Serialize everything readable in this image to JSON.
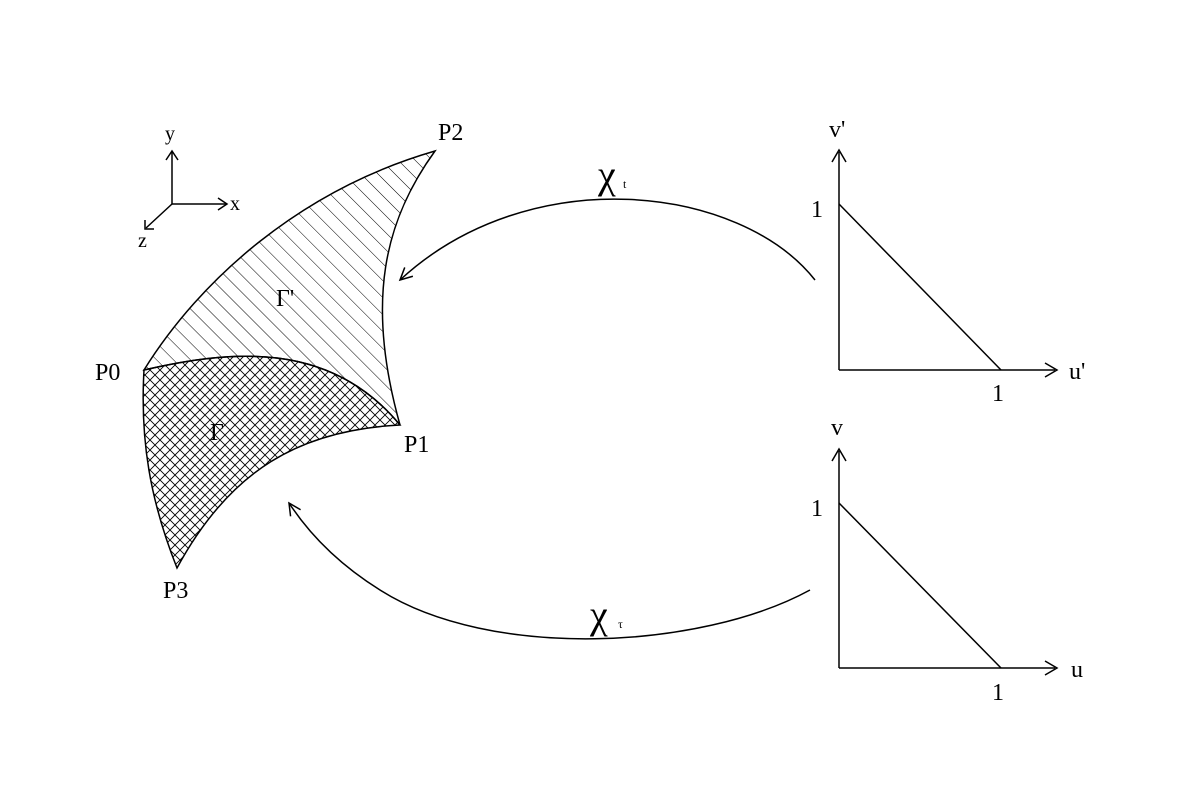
{
  "axes3d": {
    "y": "y",
    "x": "x",
    "z": "z"
  },
  "points": {
    "p0": "P0",
    "p1": "P1",
    "p2": "P2",
    "p3": "P3"
  },
  "regions": {
    "upper": "Γ'",
    "lower": "Γ"
  },
  "maps": {
    "top": {
      "symbol": "χ",
      "subscript": "t"
    },
    "bottom": {
      "symbol": "χ",
      "subscript": "τ"
    }
  },
  "reference_triangles": {
    "top": {
      "vertical_axis": "v'",
      "horizontal_axis": "u'",
      "v_tick": "1",
      "u_tick": "1"
    },
    "bottom": {
      "vertical_axis": "v",
      "horizontal_axis": "u",
      "v_tick": "1",
      "u_tick": "1"
    }
  }
}
